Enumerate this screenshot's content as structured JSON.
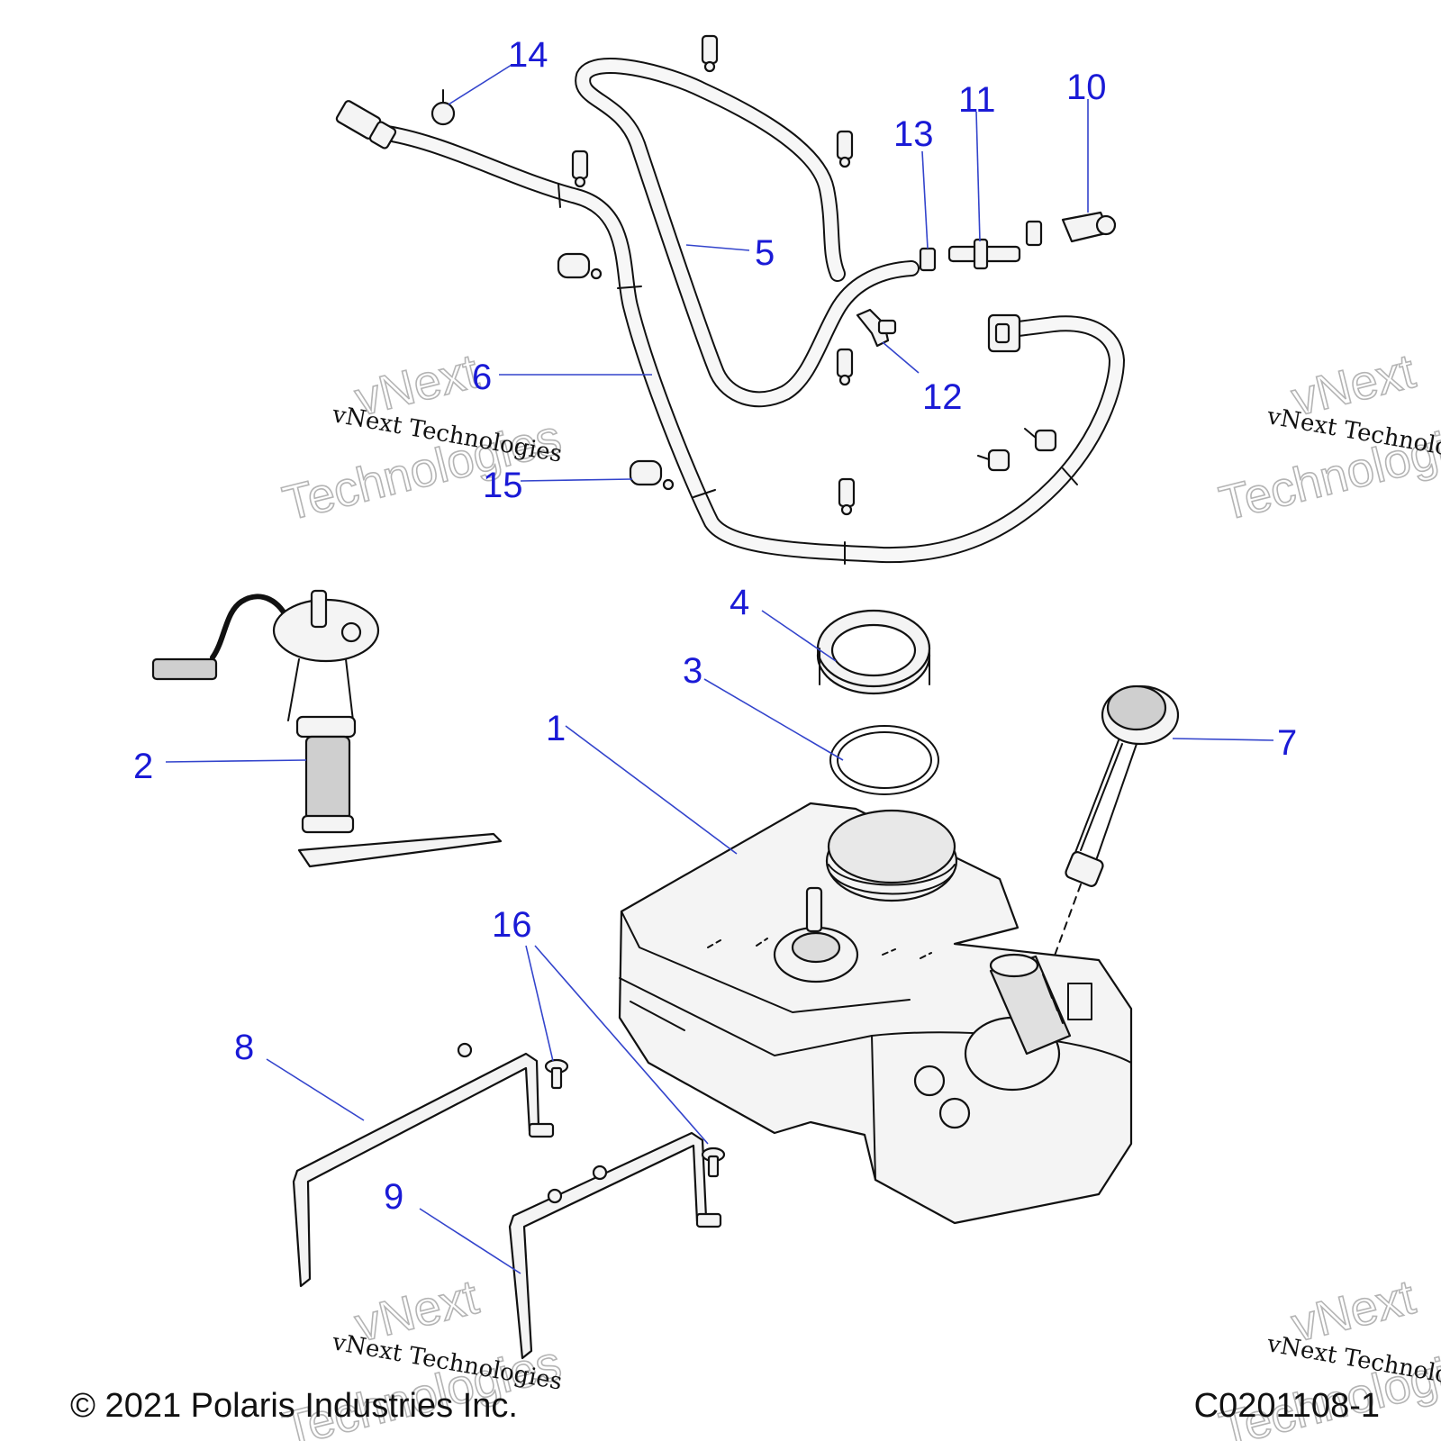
{
  "diagram": {
    "callouts": [
      {
        "id": "1",
        "label": "1"
      },
      {
        "id": "2",
        "label": "2"
      },
      {
        "id": "3",
        "label": "3"
      },
      {
        "id": "4",
        "label": "4"
      },
      {
        "id": "5",
        "label": "5"
      },
      {
        "id": "6",
        "label": "6"
      },
      {
        "id": "7",
        "label": "7"
      },
      {
        "id": "8",
        "label": "8"
      },
      {
        "id": "9",
        "label": "9"
      },
      {
        "id": "10",
        "label": "10"
      },
      {
        "id": "11",
        "label": "11"
      },
      {
        "id": "12",
        "label": "12"
      },
      {
        "id": "13",
        "label": "13"
      },
      {
        "id": "14",
        "label": "14"
      },
      {
        "id": "15",
        "label": "15"
      },
      {
        "id": "16",
        "label": "16"
      }
    ],
    "watermark": {
      "line_text": "vNext Technologies",
      "outline_word_1": "vNext",
      "outline_word_2": "Technologies"
    }
  },
  "footer": {
    "copyright": "© 2021 Polaris Industries Inc.",
    "drawing_number": "C0201108-1"
  },
  "colors": {
    "callout": "#1a1ad6",
    "leader": "#3344cc",
    "line_art": "#111111"
  }
}
